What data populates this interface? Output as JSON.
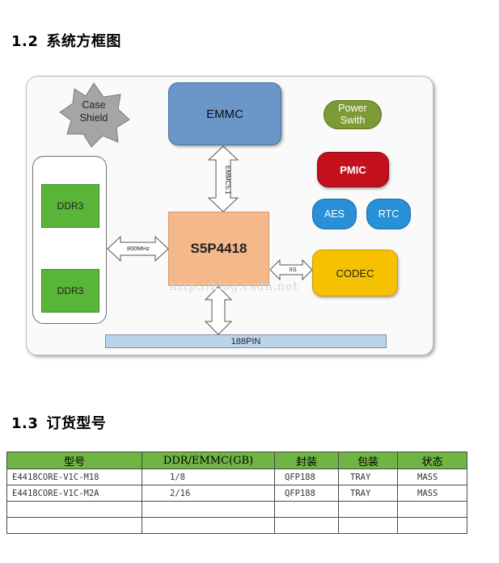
{
  "sections": [
    {
      "number": "1.2",
      "title": "系统方框图"
    },
    {
      "number": "1.3",
      "title": "订货型号"
    }
  ],
  "diagram": {
    "case_shield": [
      "Case",
      "Shield"
    ],
    "emmc": "EMMC",
    "soc": "S5P4418",
    "ddr": [
      "DDR3",
      "DDR3"
    ],
    "power_switch": [
      "Power",
      "Swith"
    ],
    "pmic": "PMIC",
    "aes": "AES",
    "rtc": "RTC",
    "codec": "CODEC",
    "pin_bar": "188PIN",
    "bus_labels": {
      "emmc_bus": "EMMC5.1",
      "ddr_bus": "800MHz",
      "audio_bus": "IIS"
    },
    "watermark": "http://blog.csdn.net"
  },
  "order_table": {
    "headers": [
      "型号",
      "DDR/EMMC(GB)",
      "封装",
      "包装",
      "状态"
    ],
    "header_color": "#6fb544",
    "rows": [
      [
        "E4418CORE-V1C-M18",
        "1/8",
        "QFP188",
        "TRAY",
        "MASS"
      ],
      [
        "E4418CORE-V1C-M2A",
        "2/16",
        "QFP188",
        "TRAY",
        "MASS"
      ],
      [
        "",
        "",
        "",
        "",
        ""
      ],
      [
        "",
        "",
        "",
        "",
        ""
      ]
    ]
  }
}
